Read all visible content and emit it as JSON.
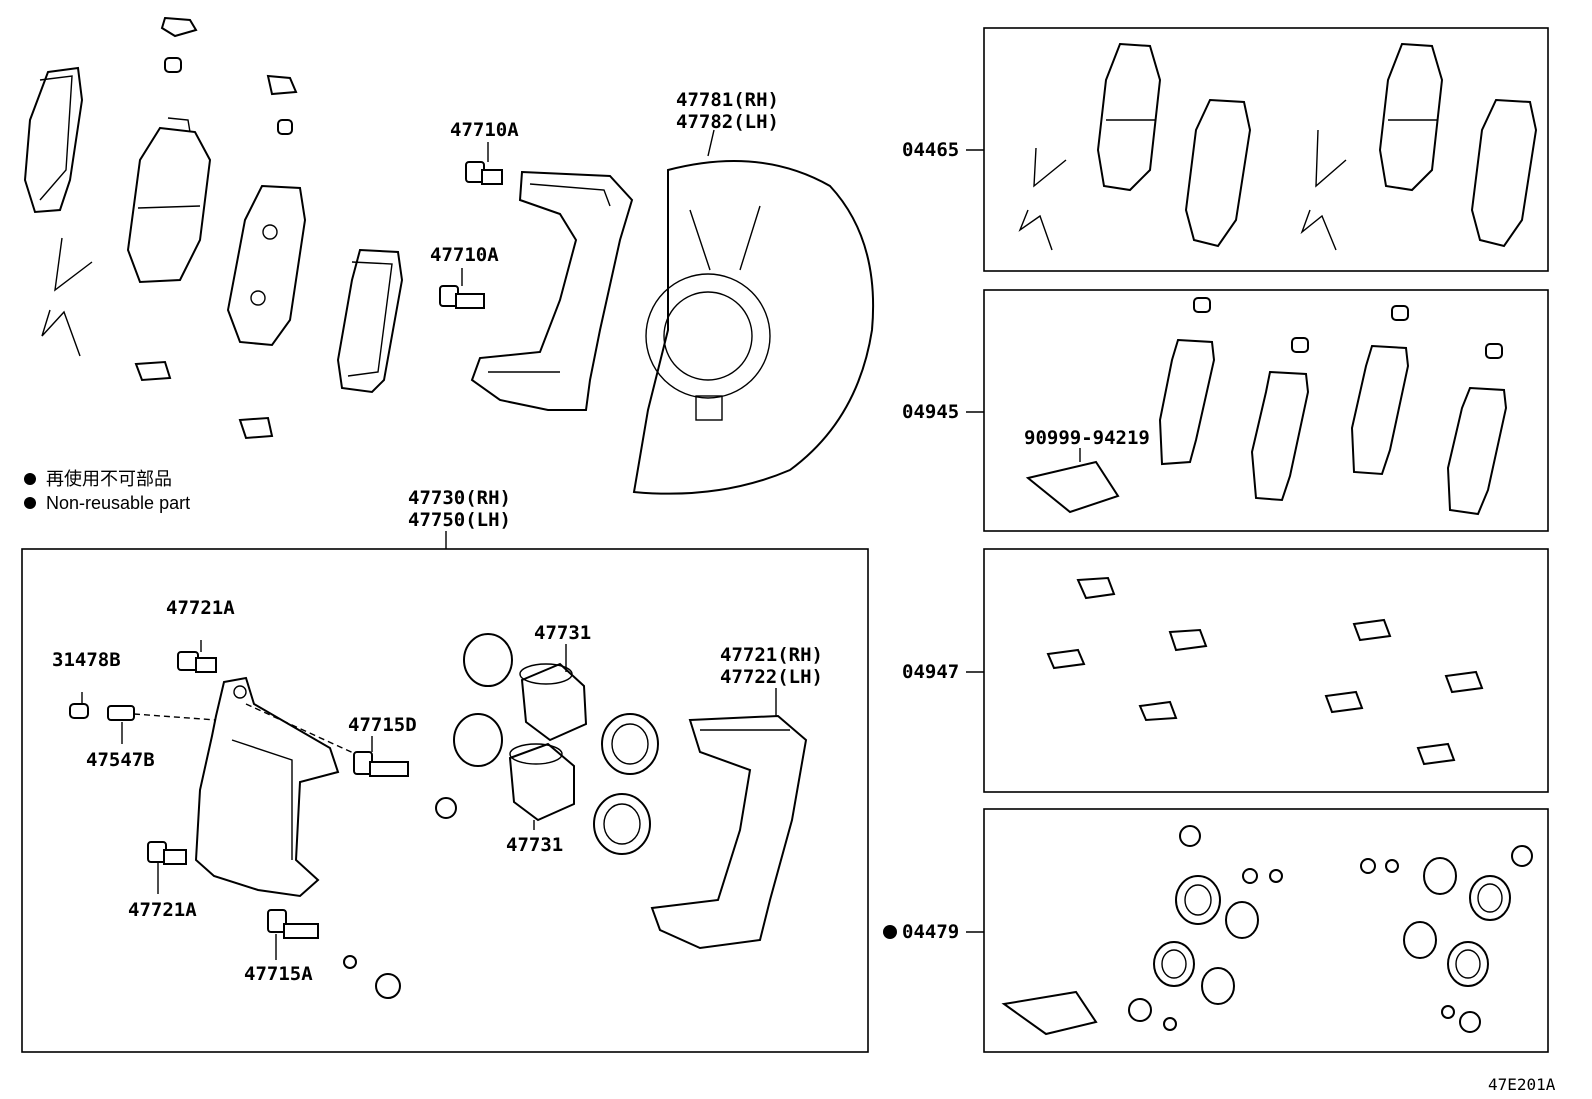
{
  "diagram_id": "47E201A",
  "legend": {
    "japanese": "再使用不可部品",
    "english": "Non-reusable part"
  },
  "callouts": {
    "c47781": "47781(RH)",
    "c47782": "47782(LH)",
    "c47710a_top": "47710A",
    "c47710a_mid": "47710A",
    "c47730": "47730(RH)",
    "c47750": "47750(LH)",
    "c47721a_top": "47721A",
    "c31478b": "31478B",
    "c47547b": "47547B",
    "c47721a_bot": "47721A",
    "c47715a": "47715A",
    "c47715d": "47715D",
    "c47731_top": "47731",
    "c47731_bot": "47731",
    "c47721rh": "47721(RH)",
    "c47722lh": "47722(LH)",
    "c90999": "90999-94219"
  },
  "kits": [
    {
      "code": "04465",
      "non_reusable": false
    },
    {
      "code": "04945",
      "non_reusable": false
    },
    {
      "code": "04947",
      "non_reusable": false
    },
    {
      "code": "04479",
      "non_reusable": true
    }
  ]
}
